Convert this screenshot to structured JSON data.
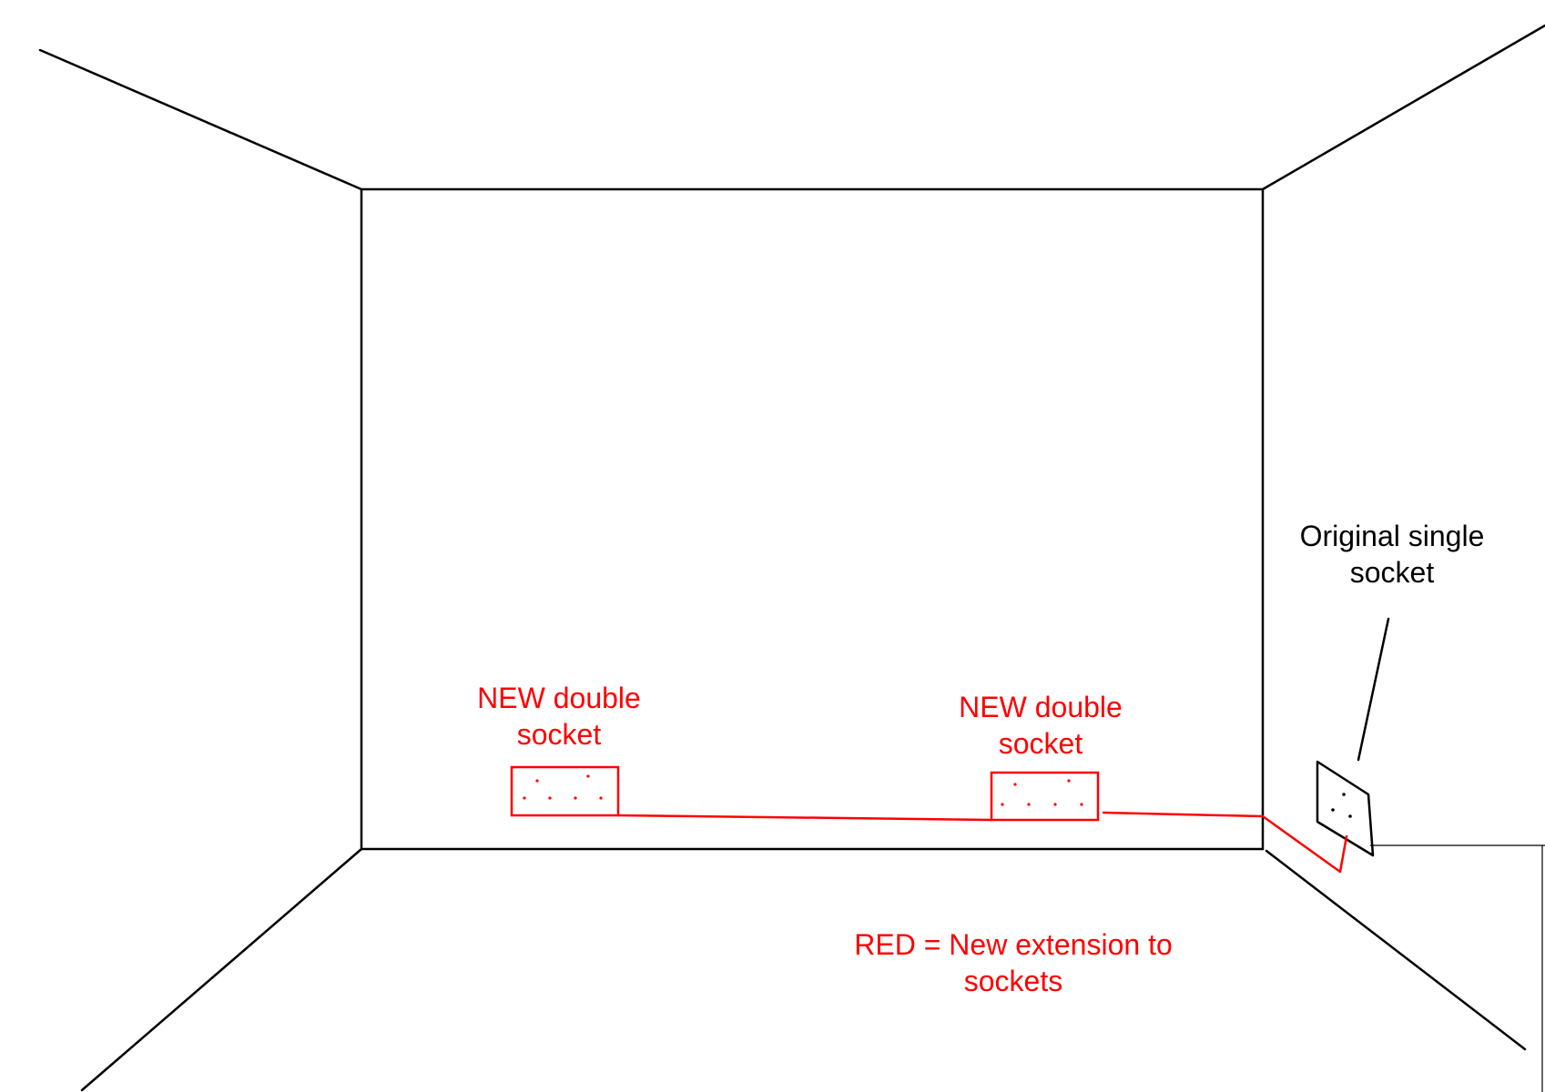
{
  "colors": {
    "room_lines": "#000000",
    "new_wiring": "#ff0000",
    "background": "#ffffff"
  },
  "labels": {
    "socket_left": {
      "line1": "NEW double",
      "line2": "socket"
    },
    "socket_middle": {
      "line1": "NEW double",
      "line2": "socket"
    },
    "original_socket": {
      "line1": "Original single",
      "line2": "socket"
    },
    "legend": {
      "line1": "RED = New extension to",
      "line2": "sockets"
    }
  }
}
